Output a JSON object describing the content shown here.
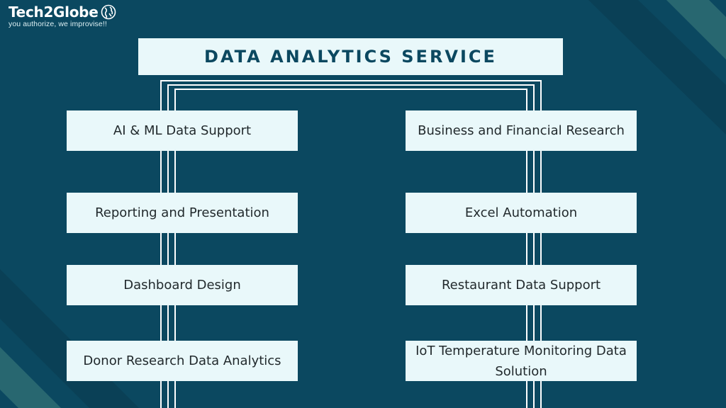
{
  "logo": {
    "name": "Tech2Globe",
    "tagline": "you authorize, we improvise!!"
  },
  "title": "DATA ANALYTICS SERVICE",
  "services": {
    "left": [
      "AI & ML Data Support",
      "Reporting and Presentation",
      "Dashboard Design",
      "Donor Research Data Analytics"
    ],
    "right": [
      "Business and Financial Research",
      "Excel Automation",
      "Restaurant Data Support",
      "IoT Temperature Monitoring Data Solution"
    ]
  },
  "colors": {
    "background": "#0b4860",
    "box": "#e9f8fa",
    "title_text": "#0b4860",
    "card_text": "#222a2d",
    "connector": "#ffffff"
  },
  "icons": {
    "logo_mark": "globe-icon"
  }
}
